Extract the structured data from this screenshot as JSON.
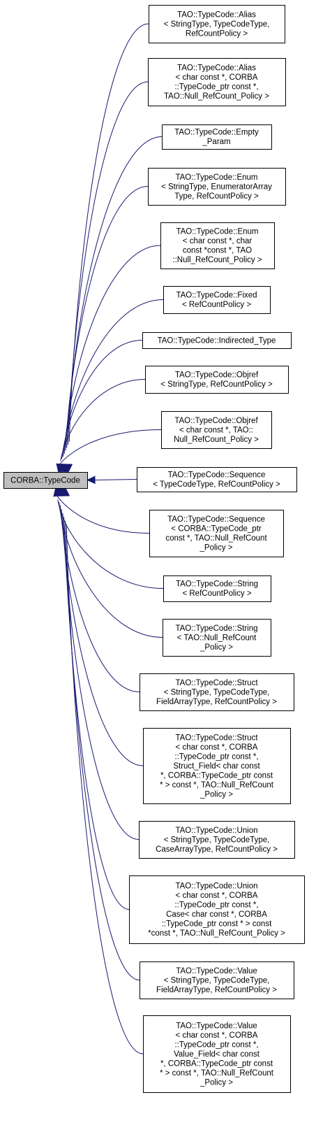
{
  "base_class": {
    "lines": [
      "CORBA::TypeCode"
    ]
  },
  "derived_classes": [
    {
      "lines": [
        "TAO::TypeCode::Alias",
        "< StringType, TypeCodeType,",
        "RefCountPolicy >"
      ]
    },
    {
      "lines": [
        "TAO::TypeCode::Alias",
        "< char const *, CORBA",
        "::TypeCode_ptr const *,",
        "TAO::Null_RefCount_Policy >"
      ]
    },
    {
      "lines": [
        "TAO::TypeCode::Empty",
        "_Param"
      ]
    },
    {
      "lines": [
        "TAO::TypeCode::Enum",
        "< StringType, EnumeratorArray",
        "Type, RefCountPolicy >"
      ]
    },
    {
      "lines": [
        "TAO::TypeCode::Enum",
        "< char const *, char",
        "const *const *, TAO",
        "::Null_RefCount_Policy >"
      ]
    },
    {
      "lines": [
        "TAO::TypeCode::Fixed",
        "< RefCountPolicy >"
      ]
    },
    {
      "lines": [
        "TAO::TypeCode::Indirected_Type"
      ]
    },
    {
      "lines": [
        "TAO::TypeCode::Objref",
        "< StringType, RefCountPolicy >"
      ]
    },
    {
      "lines": [
        "TAO::TypeCode::Objref",
        "< char const *, TAO::",
        "Null_RefCount_Policy >"
      ]
    },
    {
      "lines": [
        "TAO::TypeCode::Sequence",
        "< TypeCodeType, RefCountPolicy >"
      ]
    },
    {
      "lines": [
        "TAO::TypeCode::Sequence",
        "< CORBA::TypeCode_ptr",
        "const *, TAO::Null_RefCount",
        "_Policy >"
      ]
    },
    {
      "lines": [
        "TAO::TypeCode::String",
        "< RefCountPolicy >"
      ]
    },
    {
      "lines": [
        "TAO::TypeCode::String",
        "< TAO::Null_RefCount",
        "_Policy >"
      ]
    },
    {
      "lines": [
        "TAO::TypeCode::Struct",
        "< StringType, TypeCodeType,",
        "FieldArrayType, RefCountPolicy >"
      ]
    },
    {
      "lines": [
        "TAO::TypeCode::Struct",
        "< char const *, CORBA",
        "::TypeCode_ptr const *,",
        "Struct_Field< char const",
        "*, CORBA::TypeCode_ptr const",
        "* > const *, TAO::Null_RefCount",
        "_Policy >"
      ]
    },
    {
      "lines": [
        "TAO::TypeCode::Union",
        "< StringType, TypeCodeType,",
        "CaseArrayType, RefCountPolicy >"
      ]
    },
    {
      "lines": [
        "TAO::TypeCode::Union",
        "< char const *, CORBA",
        "::TypeCode_ptr const *,",
        "Case< char const *, CORBA",
        "::TypeCode_ptr const * > const",
        "*const *, TAO::Null_RefCount_Policy >"
      ]
    },
    {
      "lines": [
        "TAO::TypeCode::Value",
        "< StringType, TypeCodeType,",
        "FieldArrayType, RefCountPolicy >"
      ]
    },
    {
      "lines": [
        "TAO::TypeCode::Value",
        "< char const *, CORBA",
        "::TypeCode_ptr const *,",
        "Value_Field< char const",
        "*, CORBA::TypeCode_ptr const",
        "* > const *, TAO::Null_RefCount",
        "_Policy >"
      ]
    }
  ],
  "colors": {
    "edge": "#191970",
    "base_fill": "#bfbfbf",
    "node_fill": "#ffffff",
    "border": "#000000"
  }
}
